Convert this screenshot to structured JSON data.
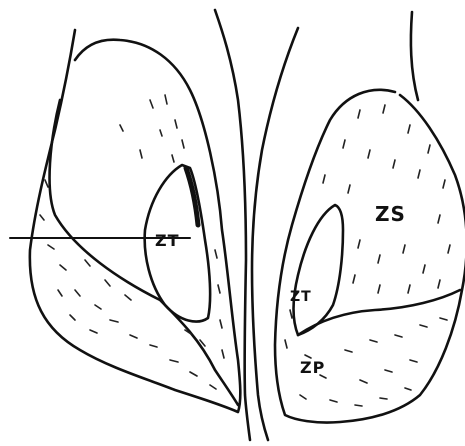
{
  "labels": {
    "left_inner_region": "ZT",
    "right_inner_region": "ZT",
    "right_upper_region": "ZS",
    "right_lower_region": "ZP"
  },
  "colors": {
    "ink": "#111111",
    "background": "#ffffff"
  }
}
